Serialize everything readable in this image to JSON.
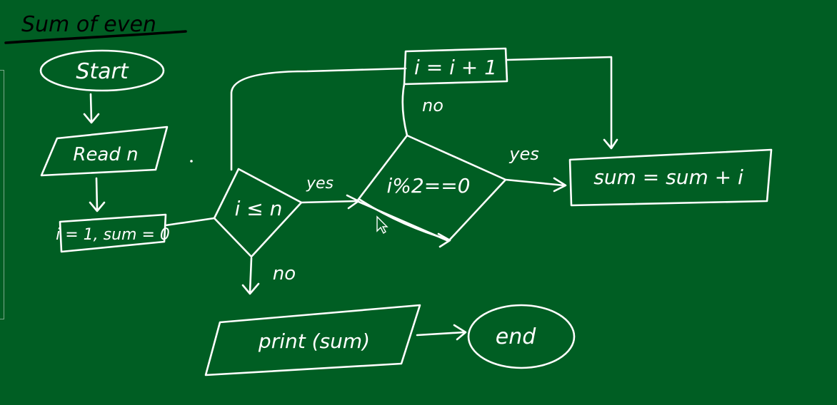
{
  "title": "Sum of even",
  "colors": {
    "board": "#005e23",
    "chalk": "#ffffff",
    "title_ink": "#000000"
  },
  "nodes": {
    "start": "Start",
    "read": "Read n",
    "init": "i = 1, sum = 0",
    "cond": "i ≤ n",
    "even_check": "i%2==0",
    "add": "sum = sum + i",
    "increment": "i = i + 1",
    "print": "print (sum)",
    "end": "end"
  },
  "edge_labels": {
    "cond_yes": "yes",
    "cond_no": "no",
    "even_yes": "yes",
    "even_no": "no"
  },
  "cursor": "mouse-pointer-icon"
}
